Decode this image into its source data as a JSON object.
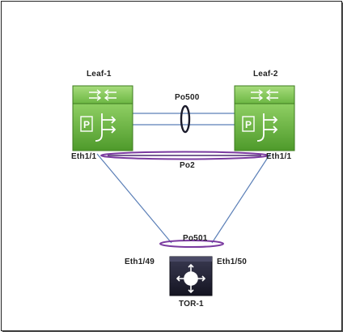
{
  "nodes": {
    "leaf1": {
      "name": "Leaf-1",
      "type": "nexus-switch",
      "color": "#6ab43e"
    },
    "leaf2": {
      "name": "Leaf-2",
      "type": "nexus-switch",
      "color": "#6ab43e"
    },
    "tor1": {
      "name": "TOR-1",
      "type": "router",
      "color": "#1c1c2e"
    }
  },
  "ports": {
    "leaf1_eth": "Eth1/1",
    "leaf2_eth": "Eth1/1",
    "tor_left": "Eth1/49",
    "tor_right": "Eth1/50"
  },
  "port_channels": {
    "peer_link": "Po500",
    "vpc": "Po2",
    "tor": "Po501"
  },
  "colors": {
    "link": "#5b7fb7",
    "port_channel_ellipse": "#7a3aa0",
    "peer_ellipse": "#1a1a2a"
  },
  "edges": [
    {
      "from": "Leaf-1",
      "to": "Leaf-2",
      "via": "Po500",
      "count": 2
    },
    {
      "from": "Leaf-1",
      "to": "TOR-1",
      "via": "Po2/Po501"
    },
    {
      "from": "Leaf-2",
      "to": "TOR-1",
      "via": "Po2/Po501"
    }
  ]
}
